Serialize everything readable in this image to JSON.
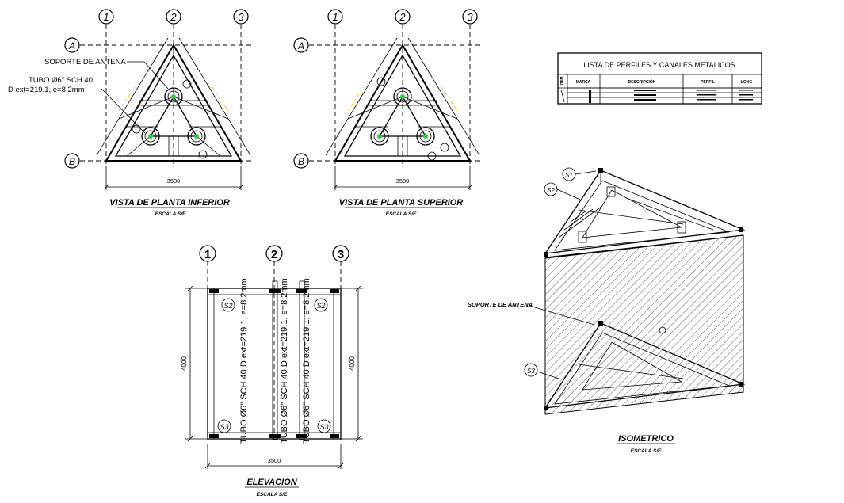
{
  "grid": {
    "col1": "1",
    "col2": "2",
    "col3": "3",
    "rowA": "A",
    "rowB": "B"
  },
  "plan_inferior": {
    "title": "VISTA DE PLANTA INFERIOR",
    "scale": "ESCALA S/E",
    "dimension": "3500",
    "annotation_antenna": "SOPORTE DE ANTENA",
    "annotation_tube_line1": "TUBO Ø6\" SCH 40",
    "annotation_tube_line2": "D ext=219.1, e=8.2mm"
  },
  "plan_superior": {
    "title": "VISTA DE PLANTA SUPERIOR",
    "scale": "ESCALA S/E",
    "dimension": "3500"
  },
  "elevation": {
    "title": "ELEVACION",
    "scale": "ESCALA S/E",
    "dimension_width": "3500",
    "dimension_height_left": "4000",
    "dimension_height_right": "4000",
    "tube_label": "TUBO Ø6\" SCH 40 D ext=219.1, e=8.2mm",
    "tag_s2": "S2",
    "tag_s3": "S3"
  },
  "isometric": {
    "title": "ISOMETRICO",
    "scale": "ESCALA S/E",
    "annotation_antenna": "SOPORTE DE ANTENA",
    "tag_s1": "S1",
    "tag_s2": "S2",
    "tag_s3": "S3"
  },
  "table": {
    "title": "LISTA DE PERFILES Y CANALES METALICOS",
    "headers": {
      "item": "ITEM",
      "marca": "MARCA",
      "descripcion": "DESCRIPCIÓN",
      "perfil": "PERFIL",
      "long": "LONG"
    }
  },
  "colors": {
    "accent_green": "#2ecc40",
    "label_yellow": "#e8c000",
    "hatch": "#000000"
  }
}
